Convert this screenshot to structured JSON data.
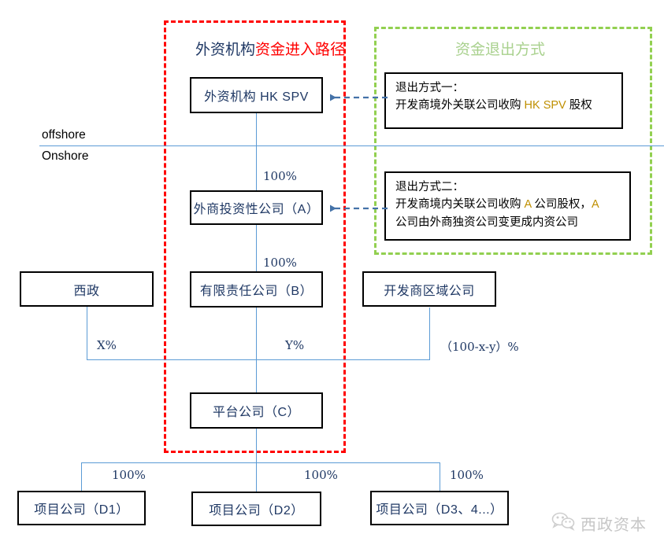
{
  "regions": {
    "inbound": {
      "title_segment_a": "外资机构",
      "title_segment_b": "资金进入路径",
      "border_color": "#FF0000"
    },
    "exit": {
      "title": "资金退出方式",
      "border_color": "#92D050"
    }
  },
  "jurisdiction": {
    "offshore_label": "offshore",
    "onshore_label": "Onshore"
  },
  "entities": {
    "hk_spv": "外资机构  HK SPV",
    "fie_a": "外商投资性公司（A）",
    "xizheng": "西政",
    "llc_b": "有限责任公司（B）",
    "developer_region": "开发商区域公司",
    "platform_c": "平台公司（C）",
    "project_d1": "项目公司（D1）",
    "project_d2": "项目公司（D2）",
    "project_d3": "项目公司（D3、4...）"
  },
  "notes": {
    "exit_one": {
      "title": "退出方式一：",
      "body_pre": "开发商境外关联公司收购 ",
      "body_highlight": "HK SPV",
      "body_post": " 股权"
    },
    "exit_two": {
      "title": "退出方式二：",
      "line2_pre": "开发商境内关联公司收购 ",
      "line2_highlight_a": "A",
      "line2_mid": " 公司股权，",
      "line2_highlight_b": "A",
      "line3": "公司由外商独资公司变更成内资公司"
    }
  },
  "edge_labels": {
    "spv_to_fie": "100%",
    "fie_to_llc": "100%",
    "xizheng_share": "X%",
    "llc_share": "Y%",
    "developer_share": "（100-x-y）%",
    "platform_to_d1": "100%",
    "platform_to_d2": "100%",
    "platform_to_d3": "100%"
  },
  "watermark": {
    "text": "西政资本",
    "icon": "wechat-icon"
  },
  "colors": {
    "entity_text": "#1F3864",
    "connector": "#5B9BD5",
    "inbound_region": "#FF0000",
    "exit_region": "#92D050",
    "exit_title": "#A9D18E",
    "highlight": "#BF8F00",
    "arrow": "#4472A8"
  }
}
